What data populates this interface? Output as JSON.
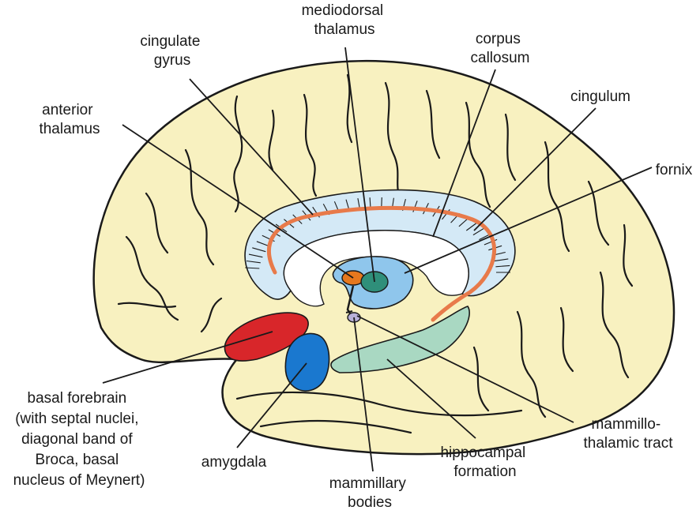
{
  "labels": {
    "mediodorsal_thalamus": [
      "mediodorsal",
      "thalamus"
    ],
    "cingulate_gyrus": [
      "cingulate",
      "gyrus"
    ],
    "corpus_callosum": [
      "corpus",
      "callosum"
    ],
    "cingulum": [
      "cingulum"
    ],
    "anterior_thalamus": [
      "anterior",
      "thalamus"
    ],
    "fornix": [
      "fornix"
    ],
    "basal_forebrain": [
      "basal forebrain",
      "(with septal nuclei,",
      "diagonal band of",
      "Broca, basal",
      "nucleus of Meynert)"
    ],
    "amygdala": [
      "amygdala"
    ],
    "mammillary_bodies": [
      "mammillary",
      "bodies"
    ],
    "hippocampal_formation": [
      "hippocampal",
      "formation"
    ],
    "mammillothalamic_tract": [
      "mammillo-",
      "thalamic tract"
    ]
  },
  "colors": {
    "cortex": "#f8f1c0",
    "sulcus": "#1a1a1a",
    "corpus_callosum_band": "#d4e9f6",
    "cingulum_tract": "#e87a4a",
    "thalamus_blue": "#8fc6ec",
    "anterior_thalamus_orange": "#e6781e",
    "mediodorsal_green": "#2f8f7a",
    "hippocampus_green": "#a9d8c2",
    "basal_forebrain_red": "#d8262a",
    "amygdala_blue": "#1a78cf",
    "mammillary_lavender": "#b8b0d8"
  }
}
